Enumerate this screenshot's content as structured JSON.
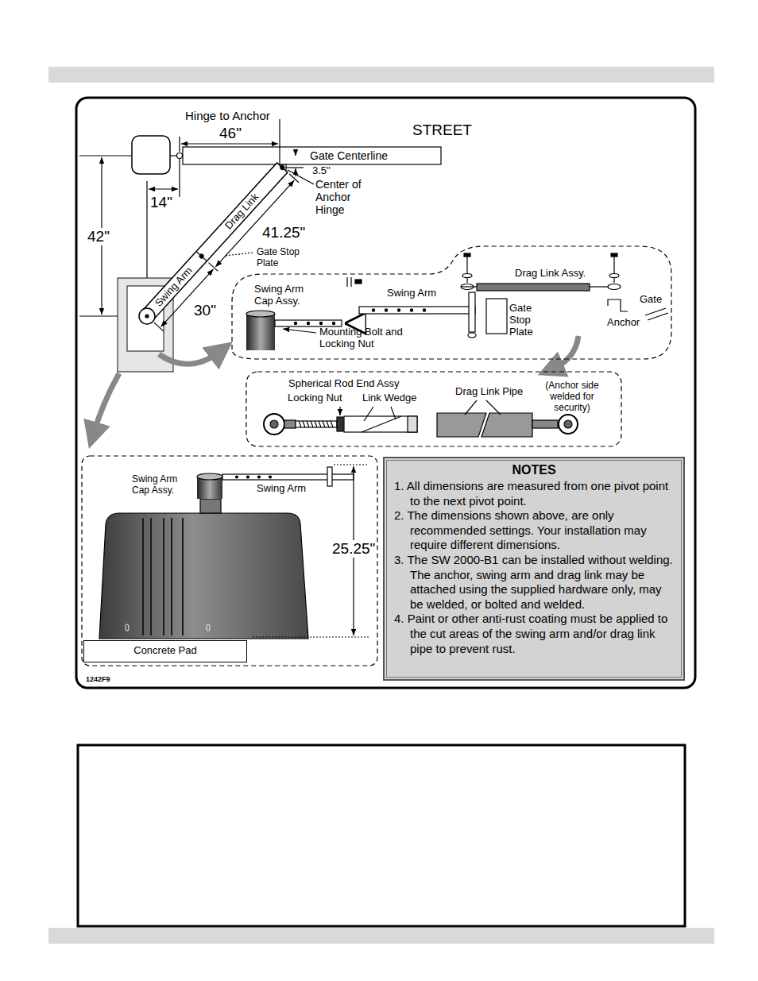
{
  "diagram": {
    "nodes": [
      {
        "text": [
          "NOTES",
          "1. All dimensions are measured from one pivot point to the next pivot point.",
          "2. The dimensions shown above, are only recommended settings. Your installation may require different dimensions.",
          "3. The SW 2000-B1 can be installed without welding. The anchor, swing arm and drag link may be attached using the supplied hardware only, may be welded, or bolted and welded.",
          "4. Paint or other anti-rust coating must be applied to the cut areas of the swing arm and/or drag link pipe to prevent rust."
        ]
      },
      {
        "text": [
          "Concrete Pad"
        ]
      }
    ],
    "labels": [
      "Hinge to Anchor",
      "46\"",
      "STREET",
      "Gate Centerline",
      "3.5\"",
      "Center of Anchor Hinge",
      "14\"",
      "Drag Link",
      "42\"",
      "41.25\"",
      "Gate Stop Plate",
      "Swing Arm",
      "30\"",
      "Drag Link Assy.",
      "Swing Arm Cap Assy.",
      "Swing Arm",
      "Gate",
      "Gate Stop Plate",
      "Anchor",
      "Mounting Bolt and Locking Nut",
      "Spherical Rod End Assy",
      "Locking Nut",
      "Link Wedge",
      "Drag Link Pipe",
      "(Anchor side welded for security)",
      "Swing Arm Cap Assy.",
      "Swing Arm",
      "25.25\"",
      "1242F9"
    ]
  }
}
